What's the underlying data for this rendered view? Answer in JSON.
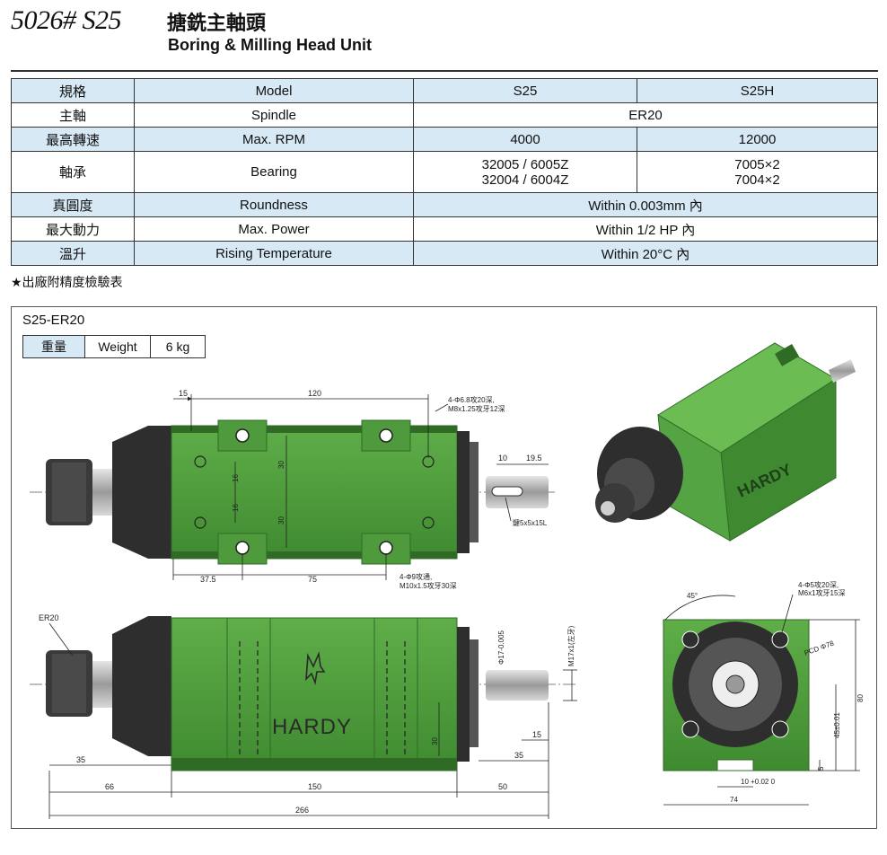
{
  "header": {
    "model_code": "5026# S25",
    "title_zh": "搪銑主軸頭",
    "title_en": "Boring & Milling Head Unit"
  },
  "spec_table": {
    "rows": [
      {
        "zh": "規格",
        "en": "Model",
        "s25": "S25",
        "s25h": "S25H"
      },
      {
        "zh": "主軸",
        "en": "Spindle",
        "both": "ER20"
      },
      {
        "zh": "最高轉速",
        "en": "Max. RPM",
        "s25": "4000",
        "s25h": "12000"
      },
      {
        "zh": "軸承",
        "en": "Bearing",
        "s25_line1": "32005 / 6005Z",
        "s25_line2": "32004 / 6004Z",
        "s25h_line1": "7005×2",
        "s25h_line2": "7004×2"
      },
      {
        "zh": "真圓度",
        "en": "Roundness",
        "both": "Within 0.003mm 內"
      },
      {
        "zh": "最大動力",
        "en": "Max. Power",
        "both": "Within 1/2 HP 內"
      },
      {
        "zh": "溫升",
        "en": "Rising Temperature",
        "both": "Within 20°C 內"
      }
    ]
  },
  "note": "★出廠附精度檢驗表",
  "drawing": {
    "title": "S25-ER20",
    "weight": {
      "label_zh": "重量",
      "label_en": "Weight",
      "value": "6 kg"
    },
    "brand": "HARDY",
    "dims": {
      "d15_top": "15",
      "d120": "120",
      "note_top": "4-Φ6.8攻20深,",
      "note_top2": "M8x1.25攻牙12深",
      "d10": "10",
      "d19_5": "19.5",
      "key": "鍵5x5x15L",
      "d16a": "16",
      "d16b": "16",
      "d30a": "30",
      "d30b": "30",
      "d37_5": "37.5",
      "d75": "75",
      "note_mid": "4-Φ9攻通,",
      "note_mid2": "M10x1.5攻牙30深",
      "er20": "ER20",
      "d17": "Φ17-0.005",
      "m17": "M17x1(左牙)",
      "d30c": "30",
      "d15b": "15",
      "d35b": "35",
      "d35a": "35",
      "d66": "66",
      "d150": "150",
      "d50": "50",
      "d266": "266",
      "d45deg": "45°",
      "note_right": "4-Φ5攻20深,",
      "note_right2": "M6x1攻牙15深",
      "pcd": "PCD Φ78",
      "d80": "80",
      "d45": "45±0.01",
      "d5": "5",
      "d10b": "10 +0.02 0",
      "d74": "74"
    }
  },
  "colors": {
    "green": "#4f9a3c",
    "dark_green": "#2f6b25",
    "dark": "#2e2e2e",
    "table_blue": "#d6e9f5"
  }
}
